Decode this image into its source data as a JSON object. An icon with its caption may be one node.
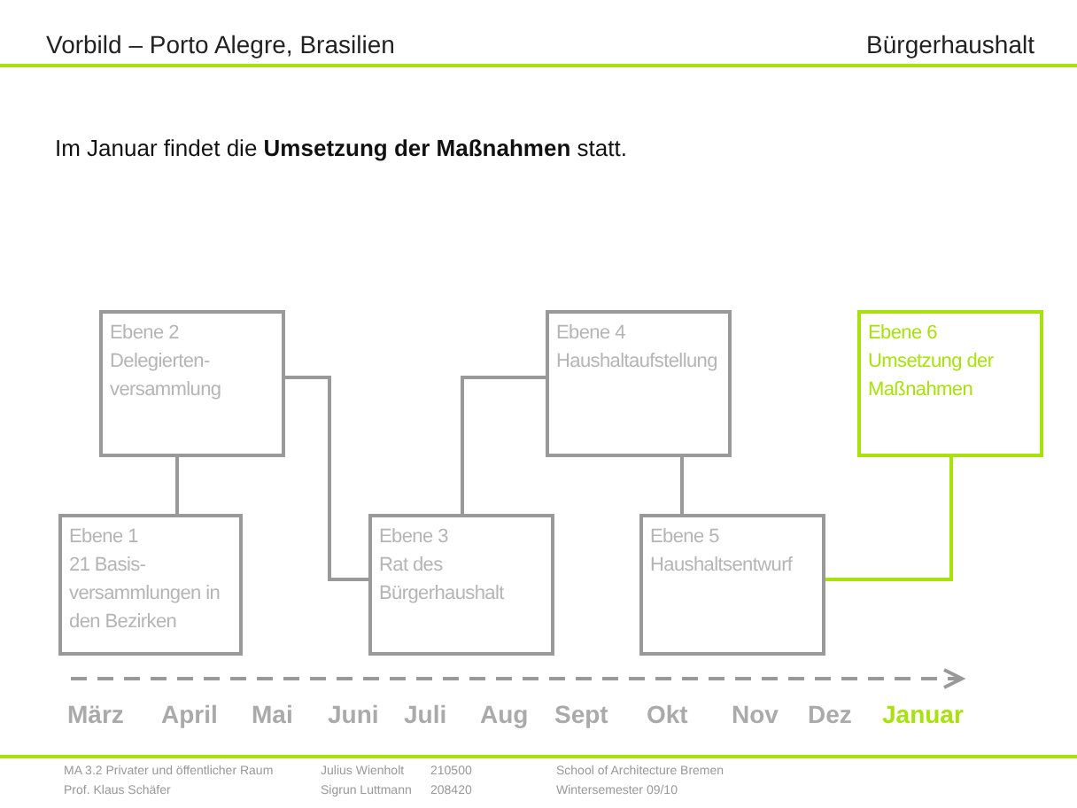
{
  "diagram": {
    "title": "Vorbild – Porto Alegre, Brasilien",
    "nodes": [
      {
        "text": [
          "Ebene 2",
          "Delegierten- versammlung"
        ]
      },
      {
        "text": [
          "Ebene 1",
          "21 Basis- versammlungen in den Bezirken"
        ]
      },
      {
        "text": [
          "Ebene 3",
          "Rat des Bürgerhaushalt"
        ]
      },
      {
        "text": [
          "Ebene 4",
          "Haushaltaufstellung"
        ]
      },
      {
        "text": [
          "Ebene 5",
          "Haushaltsentwurf"
        ]
      },
      {
        "text": [
          "Ebene 6",
          "Umsetzung der Maßnahmen"
        ]
      }
    ],
    "edges": [
      {
        "from": 0,
        "to": 1,
        "arrow": "none"
      },
      {
        "from": 0,
        "to": 2,
        "arrow": "none"
      },
      {
        "from": 2,
        "to": 3,
        "arrow": "none"
      },
      {
        "from": 3,
        "to": 4,
        "arrow": "none"
      },
      {
        "from": 4,
        "to": 5,
        "arrow": "none",
        "color": "#a8e10c"
      }
    ],
    "labels": [
      "Bürgerhaushalt",
      "Im Januar findet die **Umsetzung der Maßnahmen** statt.",
      "März",
      "April",
      "Mai",
      "Juni",
      "Juli",
      "Aug",
      "Sept",
      "Okt",
      "Nov",
      "Dez",
      "Januar",
      "MA 3.2 Privater und öffentlicher Raum",
      "Julius Wienholt",
      "210500",
      "School of Architecture Bremen",
      "Prof. Klaus Schäfer",
      "Sigrun Luttmann",
      "208420",
      "Wintersemester 09/10"
    ]
  }
}
